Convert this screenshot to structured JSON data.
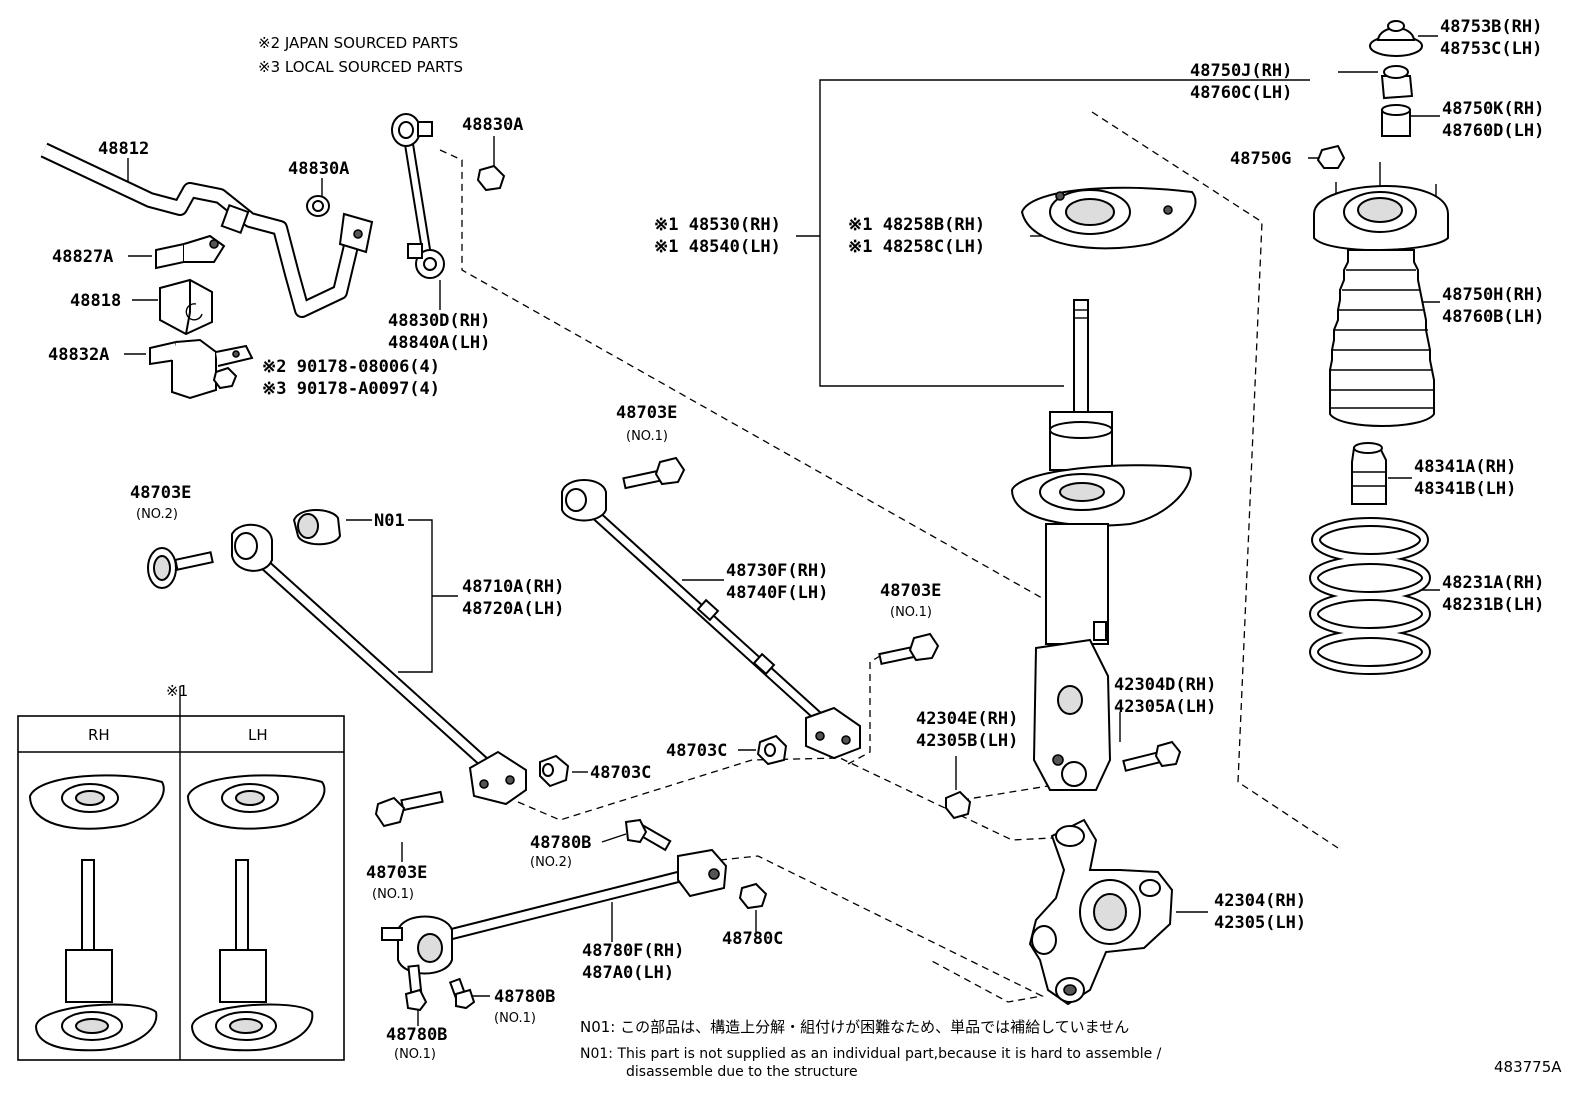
{
  "legend": {
    "line1": "※2 JAPAN SOURCED PARTS",
    "line2": "※3 LOCAL SOURCED PARTS"
  },
  "labels": {
    "p48753b": "48753B(RH)",
    "p48753c": "48753C(LH)",
    "p48750j": "48750J(RH)",
    "p48760c": "48760C(LH)",
    "p48750k": "48750K(RH)",
    "p48760d": "48760D(LH)",
    "p48750g": "48750G",
    "p48750h": "48750H(RH)",
    "p48760b": "48760B(LH)",
    "p48341a": "48341A(RH)",
    "p48341b": "48341B(LH)",
    "p48231a": "48231A(RH)",
    "p48231b": "48231B(LH)",
    "p48530": "※1 48530(RH)",
    "p48540": "※1 48540(LH)",
    "p48258b": "※1 48258B(RH)",
    "p48258c": "※1 48258C(LH)",
    "p48812": "48812",
    "p48830a_1": "48830A",
    "p48830a_2": "48830A",
    "p48827a": "48827A",
    "p48818": "48818",
    "p48832a": "48832A",
    "p48830d": "48830D(RH)",
    "p48840a": "48840A(LH)",
    "p90178_08006": "※2 90178-08006(4)",
    "p90178_a0097": "※3 90178-A0097(4)",
    "p48703e_a": "48703E",
    "p48703e_a_sub": "(NO.1)",
    "p48703e_b": "48703E",
    "p48703e_b_sub": "(NO.2)",
    "p48703e_c": "48703E",
    "p48703e_c_sub": "(NO.1)",
    "p48703e_d": "48703E",
    "p48703e_d_sub": "(NO.1)",
    "n01": "N01",
    "p48710a": "48710A(RH)",
    "p48720a": "48720A(LH)",
    "p48730f": "48730F(RH)",
    "p48740f": "48740F(LH)",
    "p48703c_1": "48703C",
    "p48703c_2": "48703C",
    "p42304e": "42304E(RH)",
    "p42305b": "42305B(LH)",
    "p42304d": "42304D(RH)",
    "p42305a": "42305A(LH)",
    "p48780b_a": "48780B",
    "p48780b_a_sub": "(NO.2)",
    "p48780c": "48780C",
    "p48780f": "48780F(RH)",
    "p487a0": "487A0(LH)",
    "p48780b_b": "48780B",
    "p48780b_b_sub": "(NO.1)",
    "p48780b_c": "48780B",
    "p48780b_c_sub": "(NO.1)",
    "p42304": "42304(RH)",
    "p42305": "42305(LH)"
  },
  "inset": {
    "mark": "※1",
    "col_rh": "RH",
    "col_lh": "LH"
  },
  "notes": {
    "jp": "N01: この部品は、構造上分解・組付けが困難なため、単品では補給していません",
    "en1": "N01: This part is not supplied as an individual part,because it is hard to assemble /",
    "en2": "disassemble due to the structure"
  },
  "figure_id": "483775A"
}
